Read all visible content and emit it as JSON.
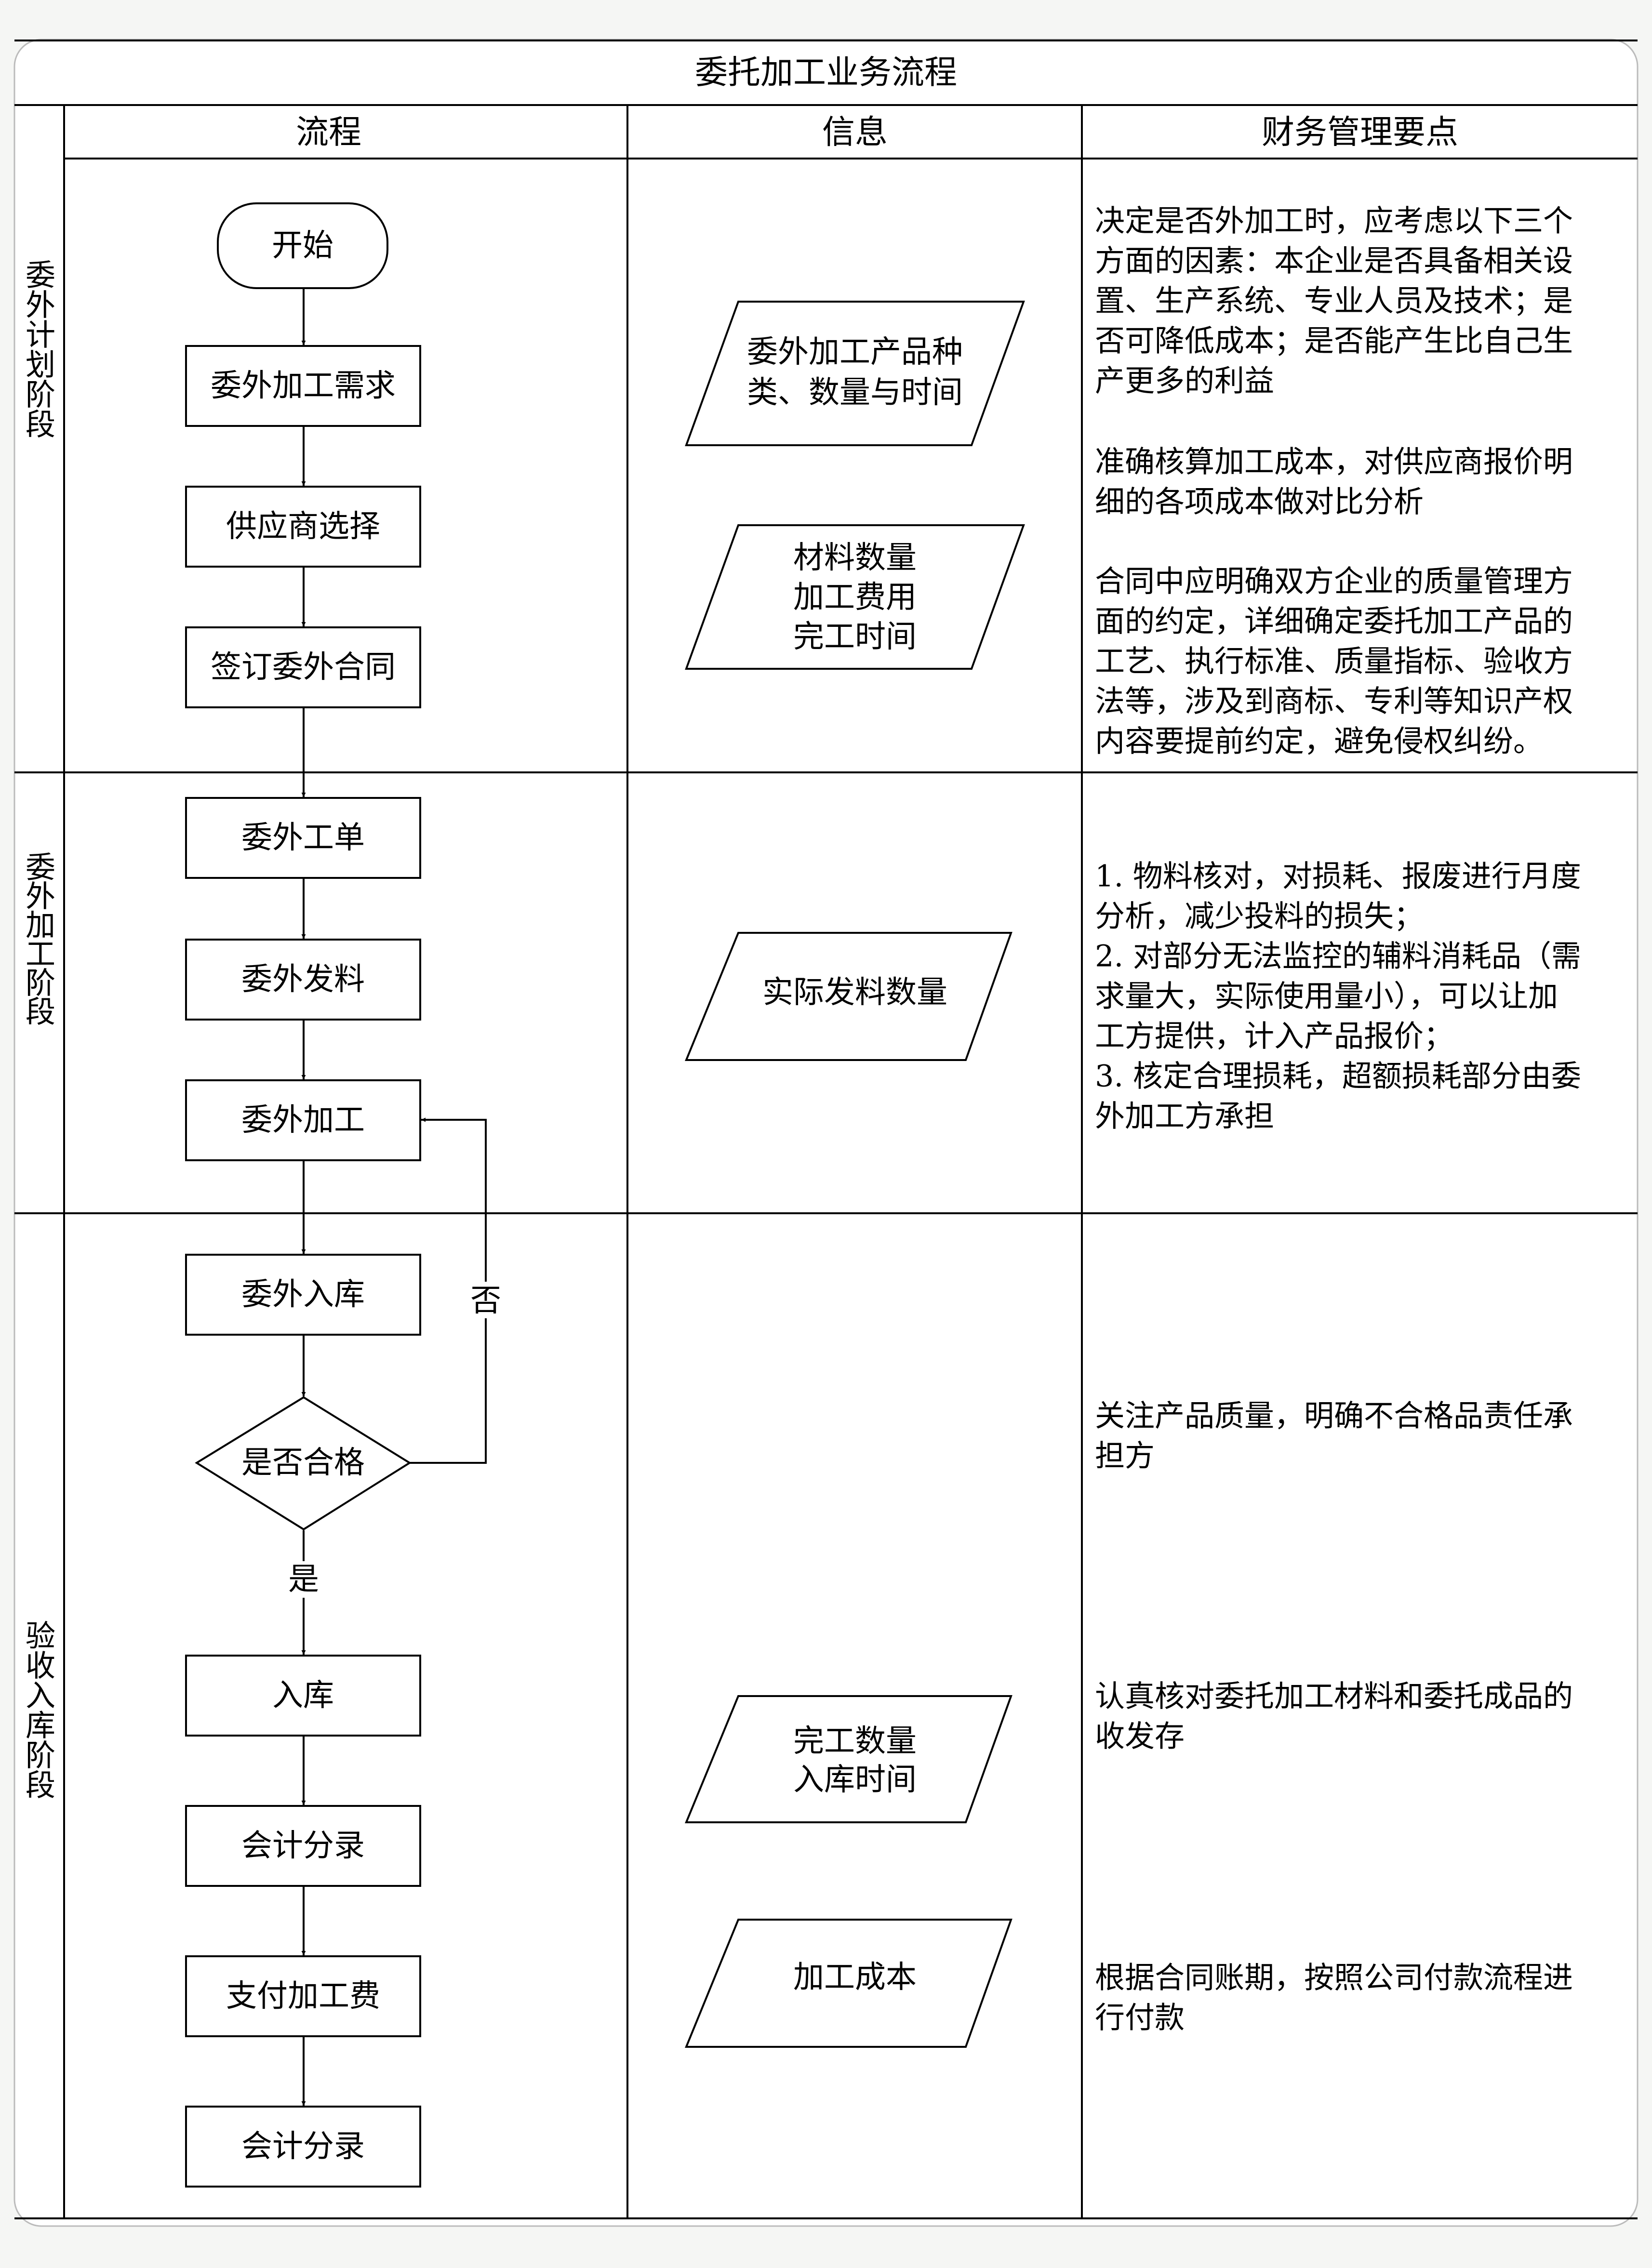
{
  "title": "委托加工业务流程",
  "headers": {
    "process": "流程",
    "info": "信息",
    "finance": "财务管理要点"
  },
  "stages": {
    "plan": "委外计划阶段",
    "process": "委外加工阶段",
    "accept": "验收入库阶段"
  },
  "nodes": {
    "start": "开始",
    "demand": "委外加工需求",
    "supplier": "供应商选择",
    "contract": "签订委外合同",
    "work_order": "委外工单",
    "issue_material": "委外发料",
    "processing": "委外加工",
    "receive": "委外入库",
    "qualified": "是否合格",
    "warehouse": "入库",
    "entry1": "会计分录",
    "pay": "支付加工费",
    "entry2": "会计分录"
  },
  "edge_labels": {
    "no": "否",
    "yes": "是"
  },
  "info": {
    "product": [
      "委外加工产品种",
      "类、数量与时间"
    ],
    "material": [
      "材料数量",
      "加工费用",
      "完工时间"
    ],
    "actual": [
      "实际发料数量"
    ],
    "finish": [
      "完工数量",
      "入库时间"
    ],
    "cost": [
      "加工成本"
    ]
  },
  "finance": {
    "plan_1": [
      "决定是否外加工时，应考虑以下三个",
      "方面的因素：本企业是否具备相关设",
      "置、生产系统、专业人员及技术；是",
      "否可降低成本；是否能产生比自己生",
      "产更多的利益"
    ],
    "plan_2": [
      "准确核算加工成本，对供应商报价明",
      "细的各项成本做对比分析"
    ],
    "plan_3": [
      "合同中应明确双方企业的质量管理方",
      "面的约定，详细确定委托加工产品的",
      "工艺、执行标准、质量指标、验收方",
      "法等，涉及到商标、专利等知识产权",
      "内容要提前约定，避免侵权纠纷。"
    ],
    "process_1": [
      "1. 物料核对，对损耗、报废进行月度",
      "分析，减少投料的损失；",
      "2. 对部分无法监控的辅料消耗品（需",
      "求量大，实际使用量小），可以让加",
      "工方提供，计入产品报价；",
      "3. 核定合理损耗，超额损耗部分由委",
      "外加工方承担"
    ],
    "accept_1": [
      "关注产品质量，明确不合格品责任承",
      "担方"
    ],
    "accept_2": [
      "认真核对委托加工材料和委托成品的",
      "收发存"
    ],
    "accept_3": [
      "根据合同账期，按照公司付款流程进",
      "行付款"
    ]
  }
}
